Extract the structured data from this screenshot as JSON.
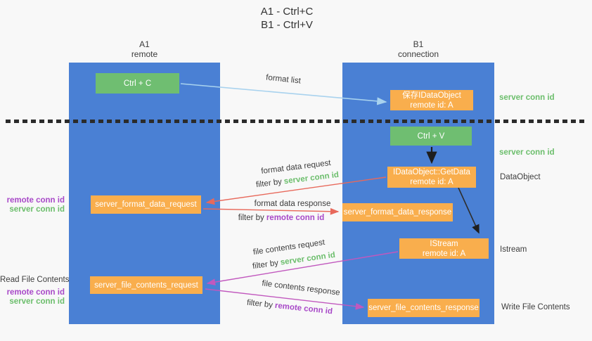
{
  "title": {
    "line1": "A1 - Ctrl+C",
    "line2": "B1 - Ctrl+V"
  },
  "colors": {
    "column_blue": "#4a80d4",
    "box_green": "#6fbe71",
    "box_orange": "#f9ae4d",
    "arrow_light_blue": "#a8d2ee",
    "arrow_red": "#e8695b",
    "arrow_magenta": "#c158be",
    "text_green": "#6cbe6c",
    "text_purple": "#a849c8"
  },
  "columns": {
    "left": {
      "id": "A1",
      "name": "remote"
    },
    "right": {
      "id": "B1",
      "name": "connection"
    }
  },
  "nodes": {
    "ctrl_c": {
      "label": "Ctrl + C"
    },
    "ctrl_v": {
      "label": "Ctrl + V"
    },
    "save_dataobject": {
      "line1": "保存IDataObject",
      "line2": "remote id: A"
    },
    "getdata": {
      "line1": "IDataObject::GetData",
      "line2": "remote id: A"
    },
    "istream": {
      "line1": "IStream",
      "line2": "remote id: A"
    },
    "server_format_data_request": {
      "label": "server_format_data_request"
    },
    "server_format_data_response": {
      "label": "server_format_data_response"
    },
    "server_file_contents_request": {
      "label": "server_file_contents_request"
    },
    "server_file_contents_response": {
      "label": "server_file_contents_response"
    }
  },
  "flow_labels": {
    "format_list": {
      "label": "format list"
    },
    "format_data_request": {
      "label": "format data request",
      "filter_prefix": "filter by",
      "filter_key": "server conn id"
    },
    "format_data_response": {
      "label": "format data response",
      "filter_prefix": "filter by",
      "filter_key": "remote conn id"
    },
    "file_contents_request": {
      "label": "file contents request",
      "filter_prefix": "filter by",
      "filter_key": "server conn id"
    },
    "file_contents_response": {
      "label": "file contents response",
      "filter_prefix": "filter by",
      "filter_key": "remote conn id"
    }
  },
  "side_labels": {
    "server_conn_top": "server conn id",
    "server_conn_mid": "server conn id",
    "dataobject": "DataObject",
    "istream": "Istream",
    "write_file_contents": "Write File Contents",
    "read_file_contents": "Read File Contents",
    "left_group1": {
      "remote": "remote conn id",
      "server": "server conn id"
    },
    "left_group2": {
      "remote": "remote conn id",
      "server": "server conn id"
    }
  }
}
